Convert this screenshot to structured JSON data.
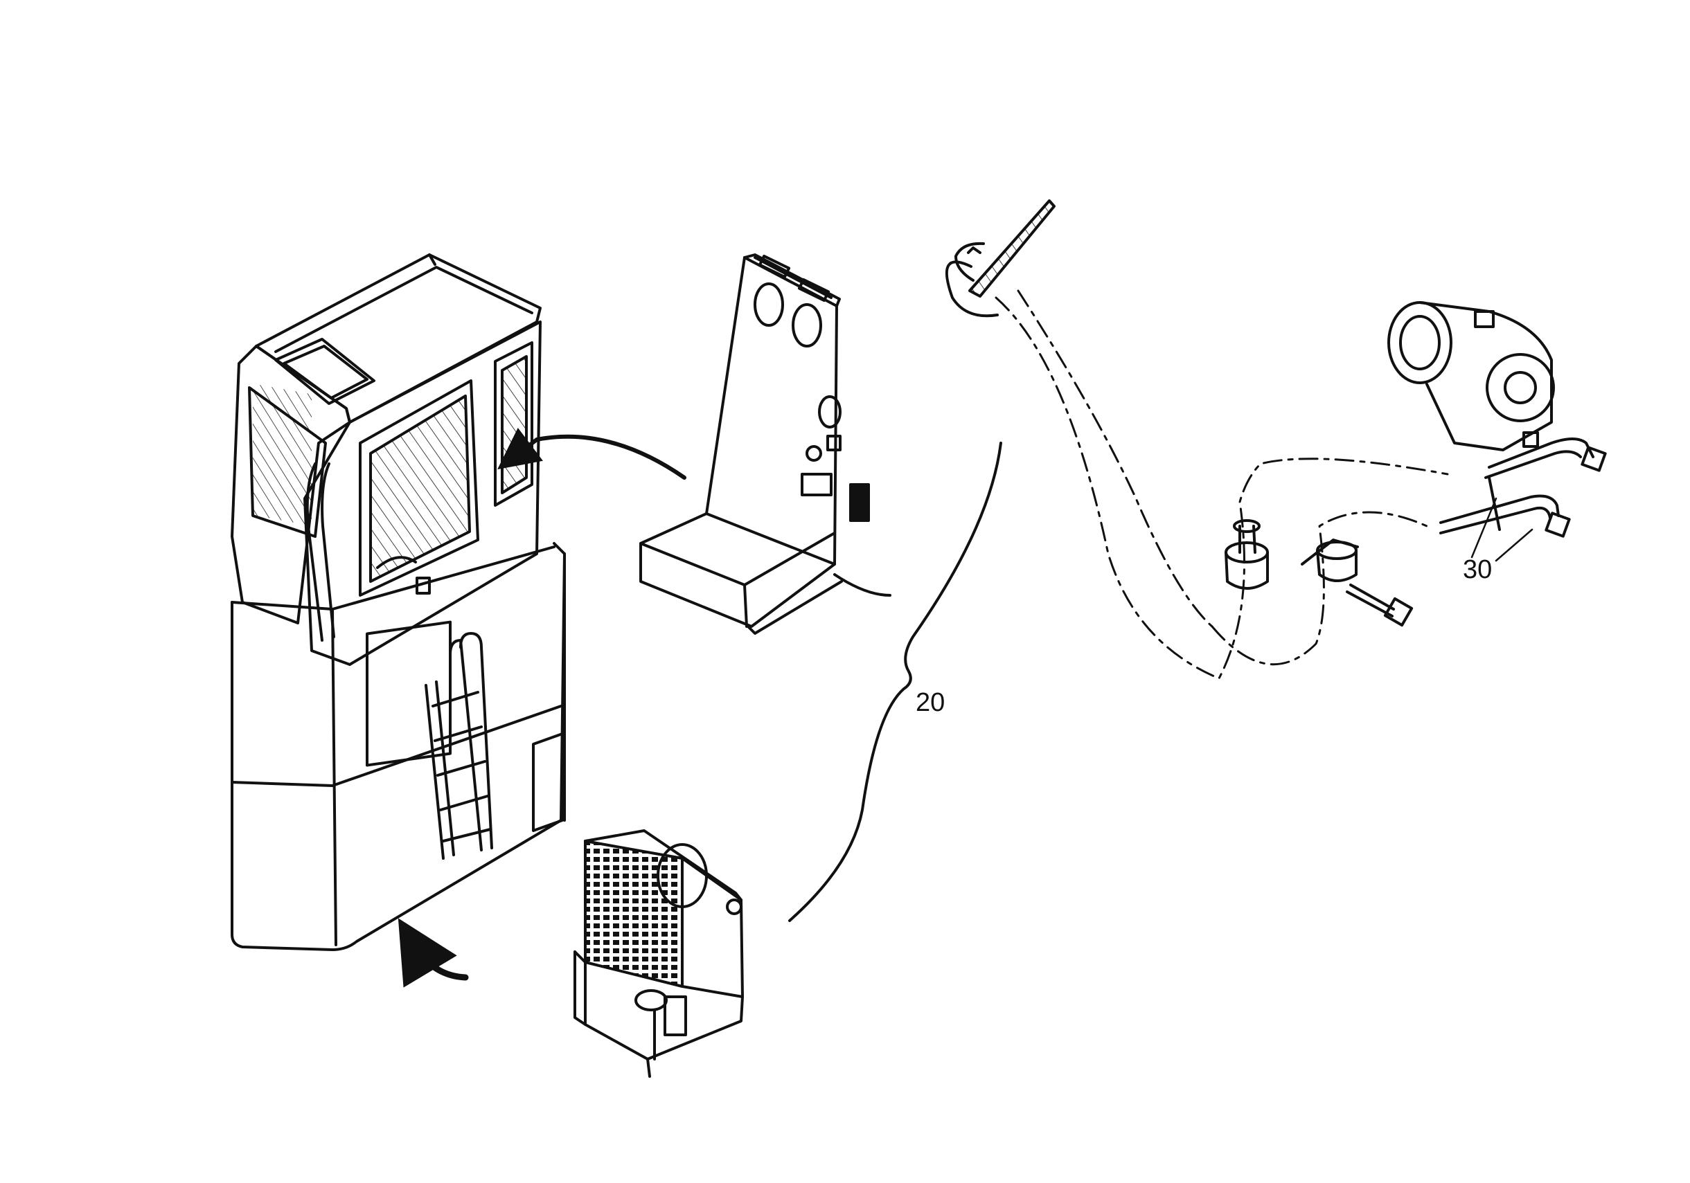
{
  "diagram": {
    "callouts": [
      {
        "id": "20",
        "text": "20"
      },
      {
        "id": "30",
        "text": "30"
      }
    ],
    "parts": [
      "machine-cab",
      "machine-base-body",
      "access-ladder",
      "operator-seat-panel",
      "condenser-unit",
      "ac-compressor",
      "hose-clamp",
      "cable-tie",
      "grommet",
      "bolt",
      "refrigerant-hose"
    ],
    "colors": {
      "line": "#111111",
      "background": "#ffffff"
    }
  }
}
